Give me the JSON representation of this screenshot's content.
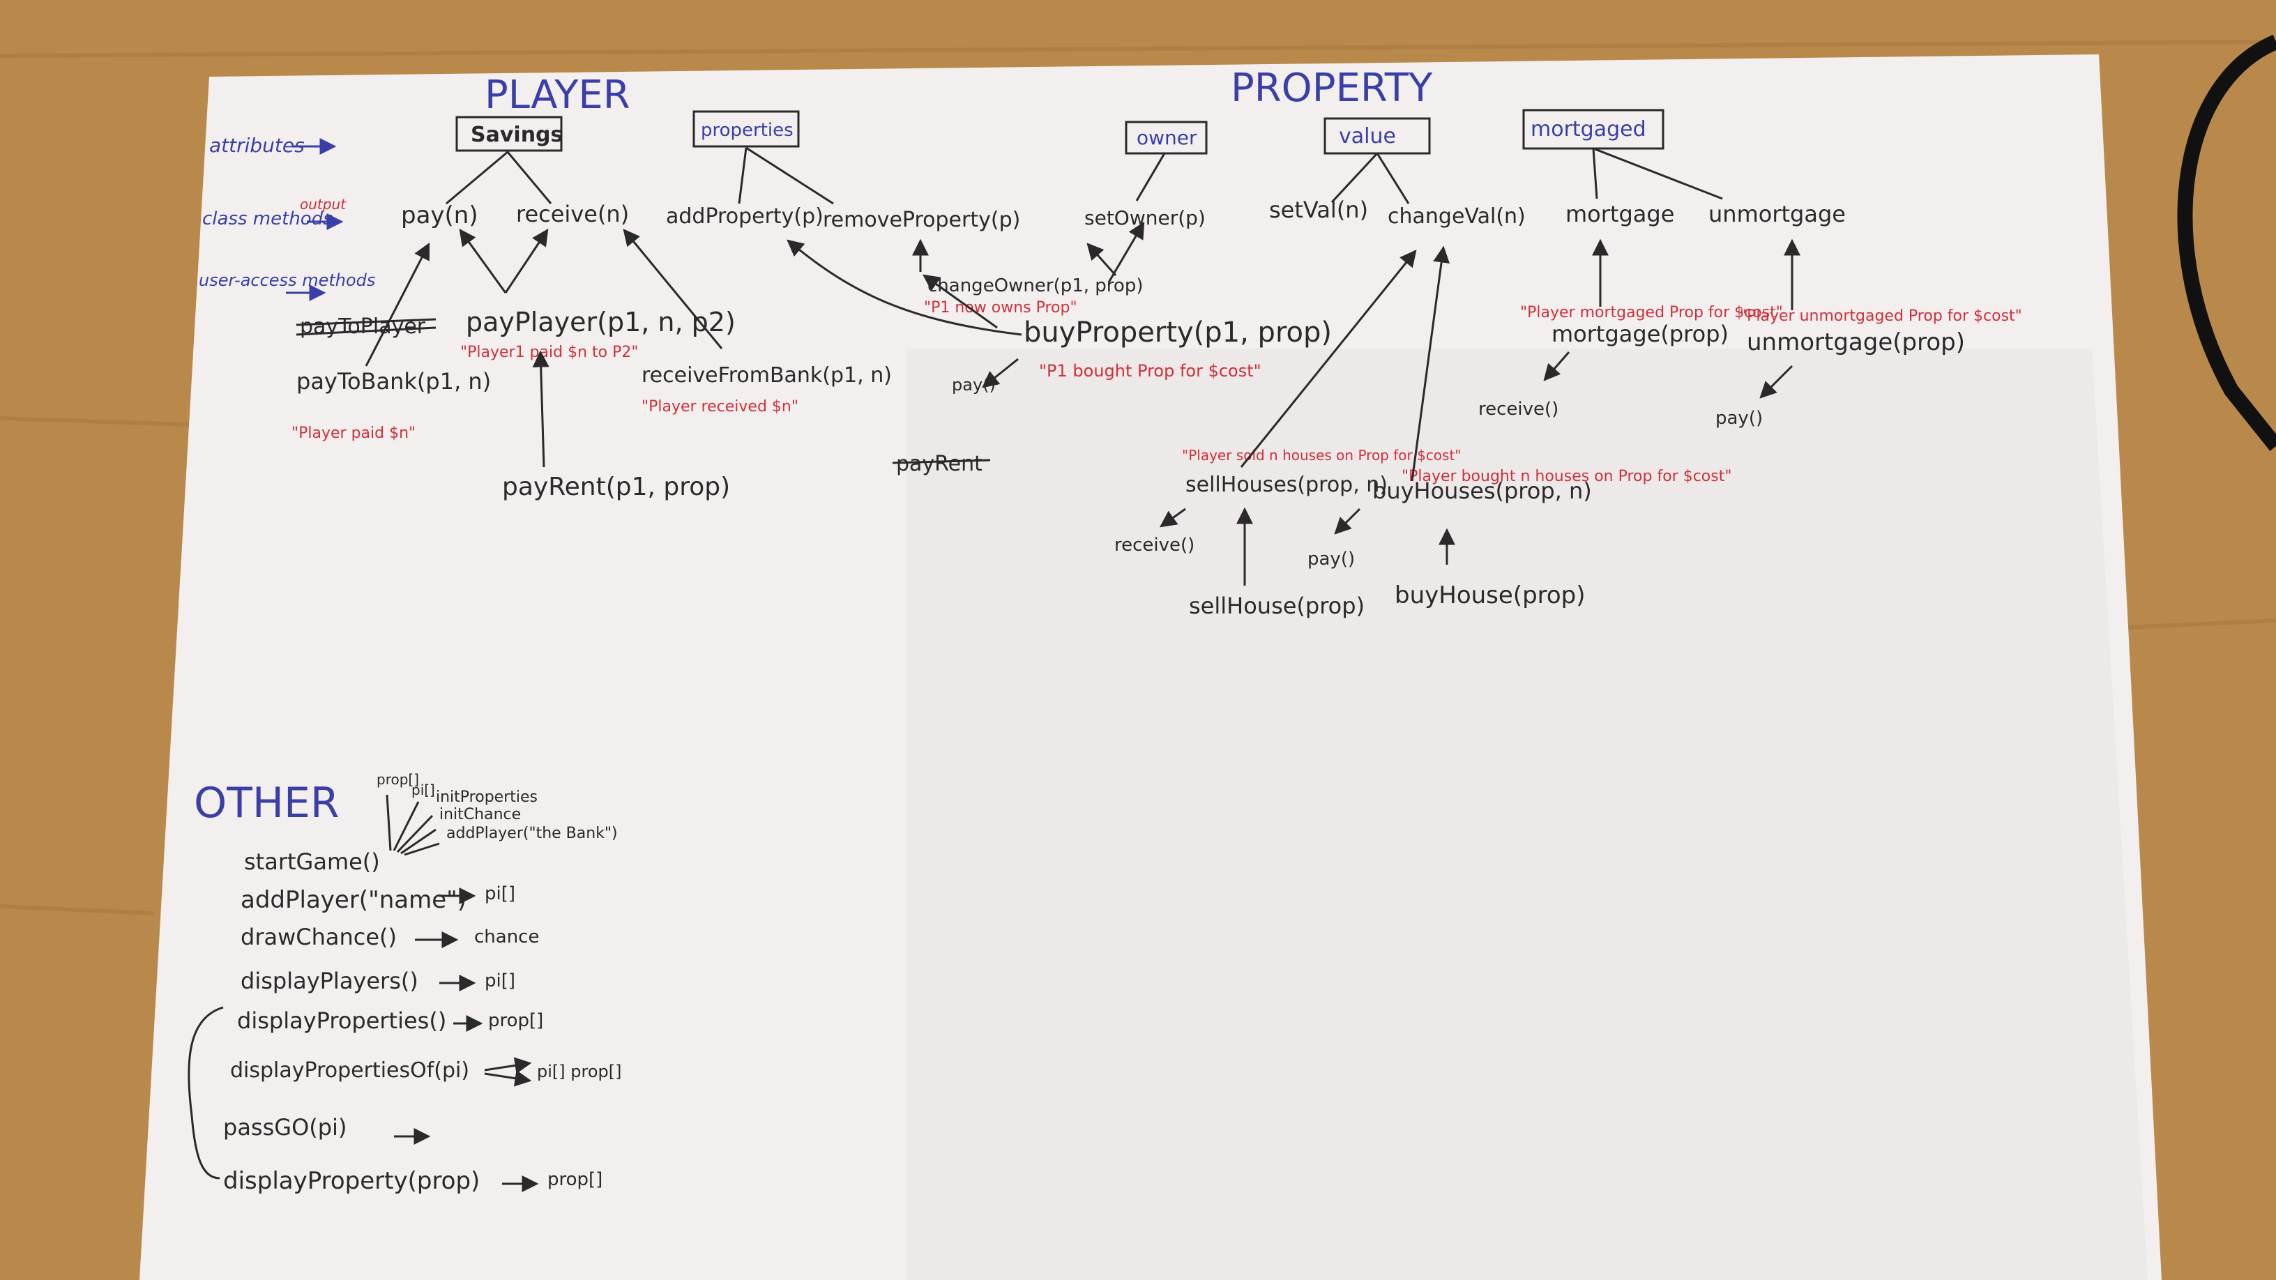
{
  "sections": {
    "player": "PLAYER",
    "property": "PROPERTY",
    "other": "OTHER"
  },
  "side_labels": {
    "attributes": "attributes",
    "class_methods": "class methods",
    "output": "output",
    "user_access": "user-access methods"
  },
  "player": {
    "attributes": [
      "Savings",
      "properties"
    ],
    "class_methods": [
      "pay(n)",
      "receive(n)",
      "addProperty(p)",
      "removeProperty(p)"
    ],
    "user_methods": {
      "pay_player": "payPlayer(p1, n, p2)",
      "pay_player_note": "\"Player1 paid $n to P2\"",
      "pay_to_bank": "payToBank(p1, n)",
      "pay_to_bank_note": "\"Player paid $n\"",
      "receive_from_bank": "receiveFromBank(p1, n)",
      "receive_from_bank_note": "\"Player received $n\"",
      "pay_rent": "payRent(p1, prop)",
      "struck_1": "payToPlayer",
      "struck_2": "payRent"
    }
  },
  "property": {
    "attributes": [
      "owner",
      "value",
      "mortgaged"
    ],
    "class_methods": [
      "setOwner(p)",
      "setVal(n)",
      "changeVal(n)",
      "mortgage",
      "unmortgage"
    ],
    "change_owner": "changeOwner(p1, prop)",
    "change_owner_note": "\"P1 now owns Prop\"",
    "buy_property": "buyProperty(p1, prop)",
    "buy_property_note": "\"P1 bought Prop for $cost\"",
    "buy_pay": "pay()",
    "mortgage_user": "mortgage(prop)",
    "mortgage_note": "\"Player mortgaged Prop for $cost\"",
    "mortgage_receive": "receive()",
    "unmortgage_user": "unmortgage(prop)",
    "unmortgage_note": "\"Player unmortgaged Prop for $cost\"",
    "unmortgage_pay": "pay()",
    "sell_houses": "sellHouses(prop, n)",
    "sell_houses_note": "\"Player sold n houses on Prop for $cost\"",
    "sell_receive": "receive()",
    "buy_houses": "buyHouses(prop, n)",
    "buy_houses_note": "\"Player bought n houses on Prop for $cost\"",
    "buy_houses_pay": "pay()",
    "sell_house": "sellHouse(prop)",
    "buy_house": "buyHouse(prop)"
  },
  "other": {
    "init_outputs": [
      "prop[]",
      "pi[]",
      "initProperties",
      "initChance",
      "addPlayer(\"the Bank\")"
    ],
    "methods": [
      {
        "name": "startGame()",
        "out": ""
      },
      {
        "name": "addPlayer(\"name\")",
        "out": "pi[]"
      },
      {
        "name": "drawChance()",
        "out": "chance"
      },
      {
        "name": "displayPlayers()",
        "out": "pi[]"
      },
      {
        "name": "displayProperties()",
        "out": "prop[]"
      },
      {
        "name": "displayPropertiesOf(pi)",
        "out": "pi[]  prop[]"
      },
      {
        "name": "passGO(pi)",
        "out": ""
      },
      {
        "name": "displayProperty(prop)",
        "out": "prop[]"
      }
    ]
  }
}
